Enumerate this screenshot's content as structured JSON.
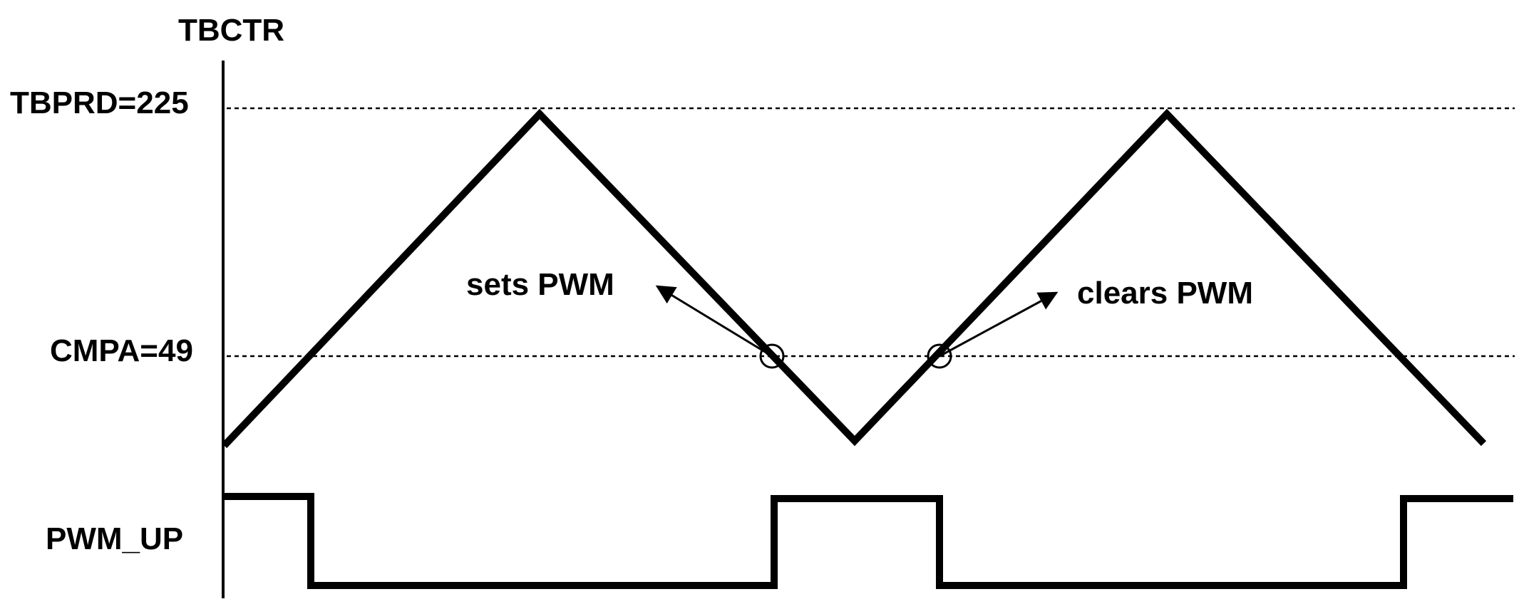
{
  "labels": {
    "counter": "TBCTR",
    "period": "TBPRD=225",
    "compare": "CMPA=49",
    "output": "PWM_UP"
  },
  "annotations": {
    "set_event": "sets PWM",
    "clear_event": "clears PWM"
  },
  "signal": {
    "tbprd": 225,
    "cmpa": 49
  }
}
